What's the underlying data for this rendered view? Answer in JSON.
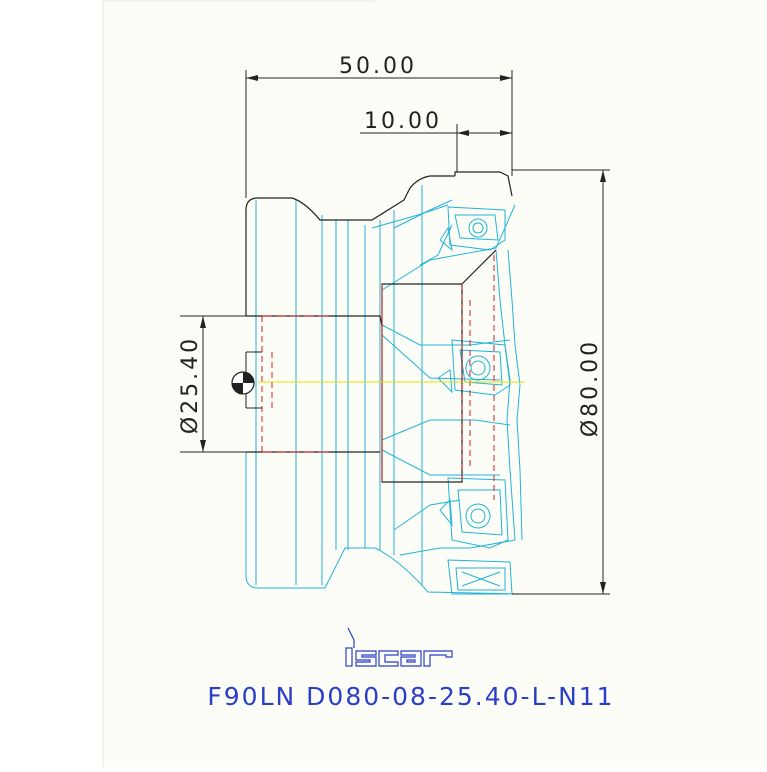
{
  "dimensions": {
    "overall_length": "50.00",
    "insert_offset": "10.00",
    "bore_diameter": "Ø25.40",
    "cutter_diameter": "Ø80.00"
  },
  "branding": {
    "logo_text": "iscar",
    "part_number": "F90LN D080-08-25.40-L-N11"
  },
  "colors": {
    "sheet": "#fdfdf8",
    "outline": "#222222",
    "body": "#22b4d8",
    "hidden": "#d81e1e",
    "axis": "#e8e000",
    "text": "#2a3ec8"
  }
}
